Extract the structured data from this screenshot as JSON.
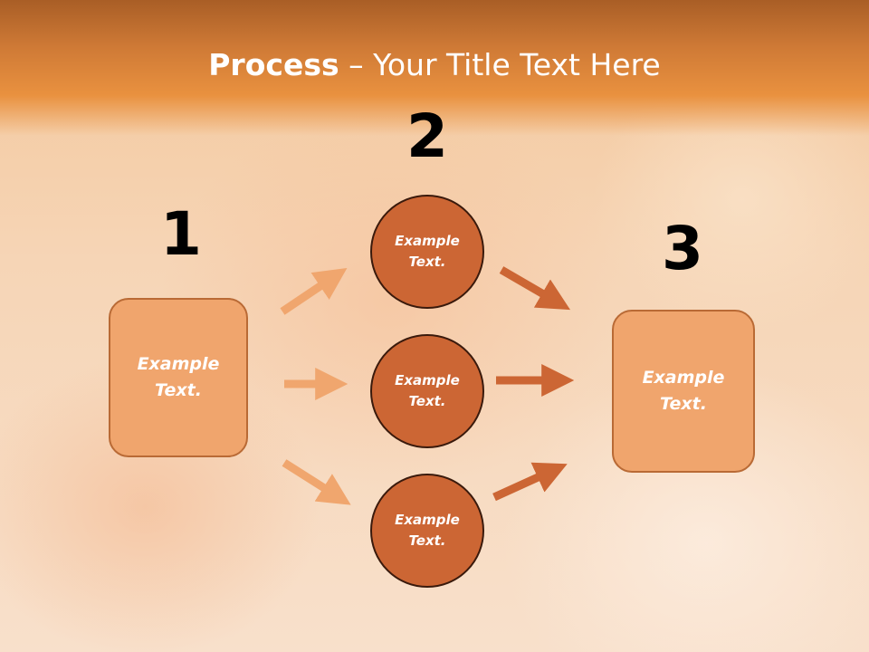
{
  "title": {
    "bold": "Process",
    "rest": " – Your Title Text Here"
  },
  "steps": [
    {
      "number": "1",
      "text": [
        "Example",
        "Text."
      ]
    },
    {
      "number": "2",
      "items": [
        {
          "text": [
            "Example",
            "Text."
          ]
        },
        {
          "text": [
            "Example",
            "Text."
          ]
        },
        {
          "text": [
            "Example",
            "Text."
          ]
        }
      ]
    },
    {
      "number": "3",
      "text": [
        "Example",
        "Text."
      ]
    }
  ],
  "colors": {
    "header": "#e9913f",
    "box_fill": "#f0a56d",
    "circle_fill": "#cc6634",
    "arrow_light": "#f0a66e",
    "arrow_dark": "#cc6634"
  }
}
